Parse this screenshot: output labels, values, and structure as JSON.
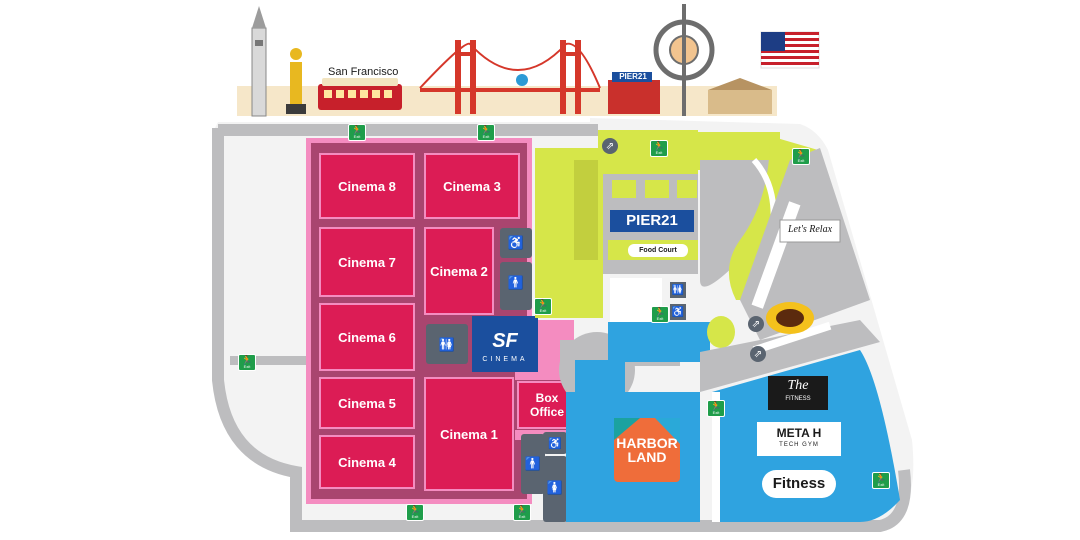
{
  "header": {
    "city_sign": "San Francisco",
    "pier_sign": "PIER21"
  },
  "rooms": {
    "cinema_8": "Cinema 8",
    "cinema_7": "Cinema 7",
    "cinema_6": "Cinema 6",
    "cinema_5": "Cinema 5",
    "cinema_4": "Cinema 4",
    "cinema_3": "Cinema 3",
    "cinema_2": "Cinema 2",
    "cinema_1": "Cinema 1",
    "box_office": "Box Office",
    "food_court": "Food Court",
    "fitness": "Fitness"
  },
  "logos": {
    "sf_cinema": "SF",
    "sf_cinema_sub": "CINEMA",
    "pier21": "PIER21",
    "lets_relax": "Let's Relax",
    "the_fitness_1": "The",
    "the_fitness_2": "FITNESS",
    "meta_h_1": "META H",
    "meta_h_2": "TECH GYM",
    "harbor_land_1": "HARBOR",
    "harbor_land_2": "LAND"
  },
  "exit_label": "Exit",
  "colors": {
    "cinema": "#dc1c55",
    "cinema_frame": "#b24a7e",
    "cinema_outline": "#f48cc0",
    "corridor": "#b7b7b9",
    "food_green": "#d6e649",
    "fitness_blue": "#2fa3e0",
    "exit_green": "#1f9d4a",
    "sf_blue": "#1b4f9e"
  },
  "icons": [
    "exit-icon",
    "toilet-icon",
    "wheelchair-icon",
    "escalator-icon",
    "flag-icon"
  ]
}
